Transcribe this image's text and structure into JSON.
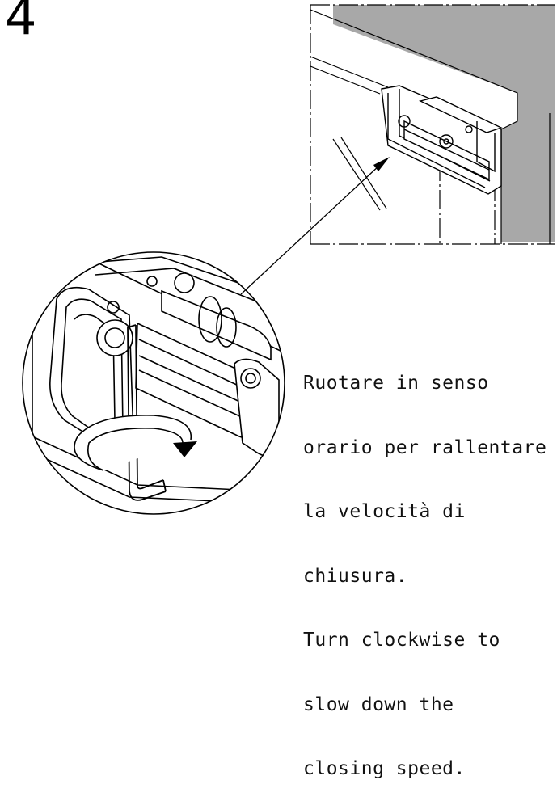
{
  "step": {
    "number": "4"
  },
  "instructions": {
    "italian": [
      "Ruotare in senso",
      "orario per rallentare",
      "la velocità di",
      "chiusura."
    ],
    "english": [
      "Turn clockwise to",
      "slow down the",
      "closing speed."
    ]
  },
  "colors": {
    "ink": "#000000",
    "wall_shade": "#a8a8a8",
    "paper": "#ffffff"
  }
}
